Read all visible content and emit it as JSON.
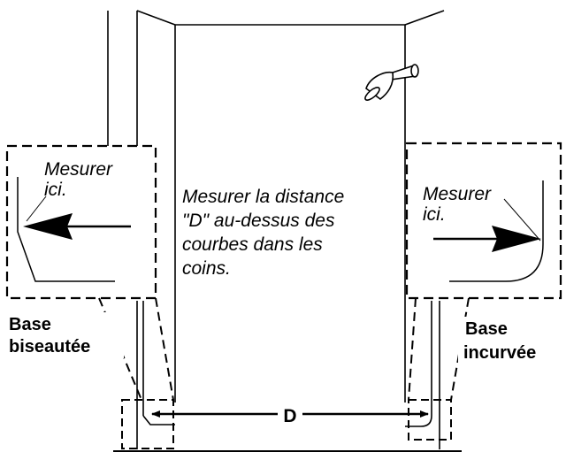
{
  "instruction": {
    "lines": [
      "Mesurer la distance",
      "\"D\" au-dessus des",
      "courbes dans les",
      "coins."
    ]
  },
  "left_detail": {
    "label_line1": "Mesurer",
    "label_line2": "ici.",
    "base_line1": "Base",
    "base_line2": "biseautée"
  },
  "right_detail": {
    "label_line1": "Mesurer",
    "label_line2": "ici.",
    "base_line1": "Base",
    "base_line2": "incurvée"
  },
  "dimension": {
    "label": "D"
  },
  "colors": {
    "line": "#000000",
    "background": "#ffffff"
  }
}
